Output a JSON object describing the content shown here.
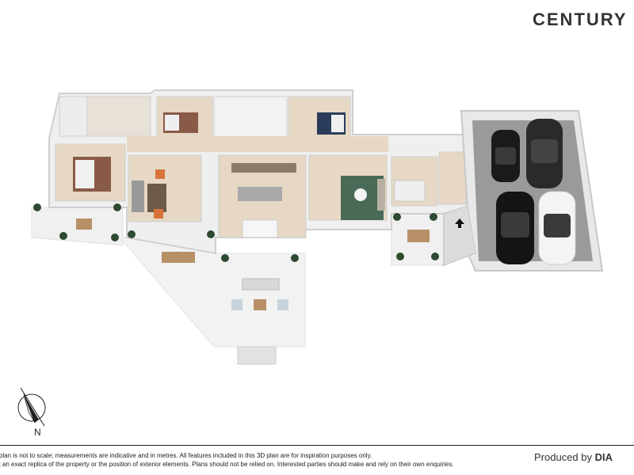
{
  "brand": {
    "name": "CENTURY"
  },
  "compass": {
    "north_label": "N"
  },
  "footer": {
    "disclaimer_line1": "r plan is not to scale; measurements are indicative and in metres. All features included in this 3D plan are for inspiration purposes only.",
    "disclaimer_line2": "ot an exact replica of the property or the position of exterior elements. Plans should not be relied on. Interested parties should make and rely on their own enquiries.",
    "produced_by": "Produced by",
    "producer": "DIA"
  },
  "colors": {
    "floor_wood": "#e6d8c4",
    "wall": "#f4f4f4",
    "wall_top": "#dcdcdc",
    "garage_floor": "#9a9a9a",
    "outdoor_paving": "#f0f0f0",
    "rug_green": "#4a6a58",
    "bed_brown": "#8a5a48",
    "bed_navy": "#2a3c5a",
    "plant": "#2e4a30",
    "car_black": "#1a1a1a",
    "car_white": "#f4f4f4"
  }
}
